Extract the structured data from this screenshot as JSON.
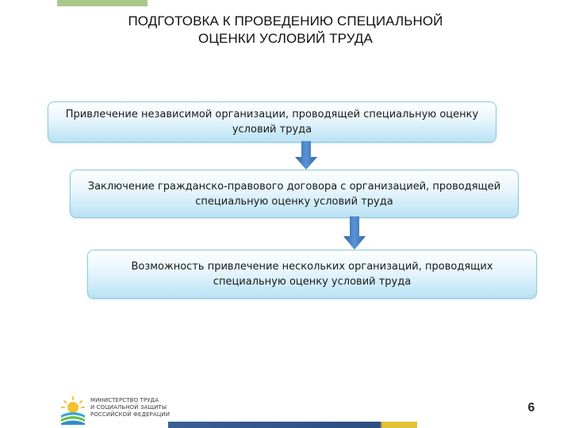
{
  "title": {
    "line1": "ПОДГОТОВКА К ПРОВЕДЕНИЮ СПЕЦИАЛЬНОЙ",
    "line2": "ОЦЕНКИ УСЛОВИЙ ТРУДА"
  },
  "steps": [
    {
      "line1": "Привлечение независимой организации, проводящей специальную оценку",
      "line2": "условий труда"
    },
    {
      "line1": "Заключение гражданско-правового договора с организацией, проводящей",
      "line2": "специальную оценку условий труда"
    },
    {
      "line1": "Возможность привлечение нескольких организаций, проводящих",
      "line2": "специальную оценку условий труда"
    }
  ],
  "footer": {
    "ministry_lines": [
      "Министерство труда",
      "и социальной защиты",
      "Российской Федерации"
    ],
    "page_number": "6"
  },
  "colors": {
    "accent_green": "#a9c98a",
    "step_border": "#8cc9df",
    "arrow_blue": "#3d78c0",
    "footer_blue": "#2c4d80",
    "footer_yellow": "#e3c23a"
  },
  "icons": {
    "logo": "ministry-sun-logo-icon",
    "arrow": "arrow-down-icon"
  }
}
